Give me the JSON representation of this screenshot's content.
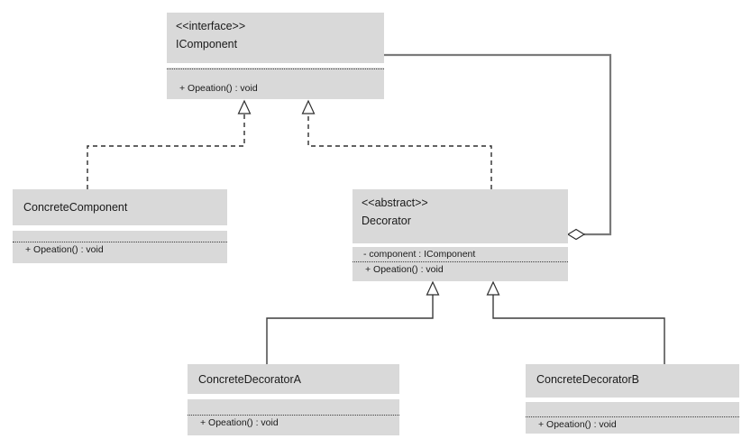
{
  "diagram": {
    "kind": "uml-class-diagram",
    "colors": {
      "background": "#ffffff",
      "node_fill": "#d9d9d9",
      "text": "#1a1a1a",
      "line": "#2e2e2e",
      "aggregation_line": "#7a7a7a"
    }
  },
  "classes": {
    "icomponent": {
      "stereotype": "<<interface>>",
      "name": "IComponent",
      "attributes": [],
      "operations": [
        "+ Opeation() : void"
      ]
    },
    "concrete_component": {
      "name": "ConcreteComponent",
      "attributes": [],
      "operations": [
        "+ Opeation() : void"
      ]
    },
    "decorator": {
      "stereotype": "<<abstract>>",
      "name": "Decorator",
      "attributes": [
        "- component : IComponent"
      ],
      "operations": [
        "+ Opeation() : void"
      ]
    },
    "concrete_decorator_a": {
      "name": "ConcreteDecoratorA",
      "attributes": [],
      "operations": [
        "+ Opeation() : void"
      ]
    },
    "concrete_decorator_b": {
      "name": "ConcreteDecoratorB",
      "attributes": [],
      "operations": [
        "+ Opeation() : void"
      ]
    }
  },
  "relationships": [
    {
      "type": "realization",
      "from": "ConcreteComponent",
      "to": "IComponent",
      "line": "dashed",
      "head": "hollow-triangle"
    },
    {
      "type": "realization",
      "from": "Decorator",
      "to": "IComponent",
      "line": "dashed",
      "head": "hollow-triangle"
    },
    {
      "type": "inheritance",
      "from": "ConcreteDecoratorA",
      "to": "Decorator",
      "line": "solid",
      "head": "hollow-triangle"
    },
    {
      "type": "inheritance",
      "from": "ConcreteDecoratorB",
      "to": "Decorator",
      "line": "solid",
      "head": "hollow-triangle"
    },
    {
      "type": "aggregation",
      "from": "Decorator",
      "to": "IComponent",
      "line": "solid",
      "head": "hollow-diamond-at-decorator"
    }
  ]
}
